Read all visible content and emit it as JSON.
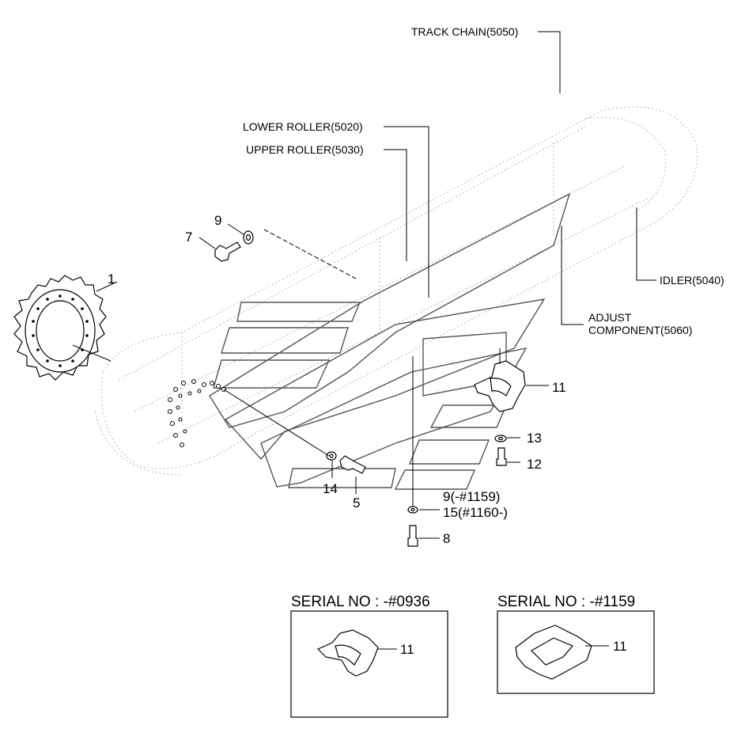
{
  "assemblies": {
    "track_chain": "TRACK CHAIN(5050)",
    "lower_roller": "LOWER ROLLER(5020)",
    "upper_roller": "UPPER ROLLER(5030)",
    "idler": "IDLER(5040)",
    "adjust_line1": "ADJUST",
    "adjust_line2": "COMPONENT(5060)"
  },
  "callouts": {
    "c1": "1",
    "c7": "7",
    "c9_top": "9",
    "c11": "11",
    "c13": "13",
    "c12": "12",
    "c14": "14",
    "c5": "5",
    "c9_serial": "9(-#1159)",
    "c15_serial": "15(#1160-)",
    "c8": "8"
  },
  "insets": [
    {
      "title": "SERIAL NO : -#0936",
      "callout": "11"
    },
    {
      "title": "SERIAL NO : -#1159",
      "callout": "11"
    }
  ]
}
